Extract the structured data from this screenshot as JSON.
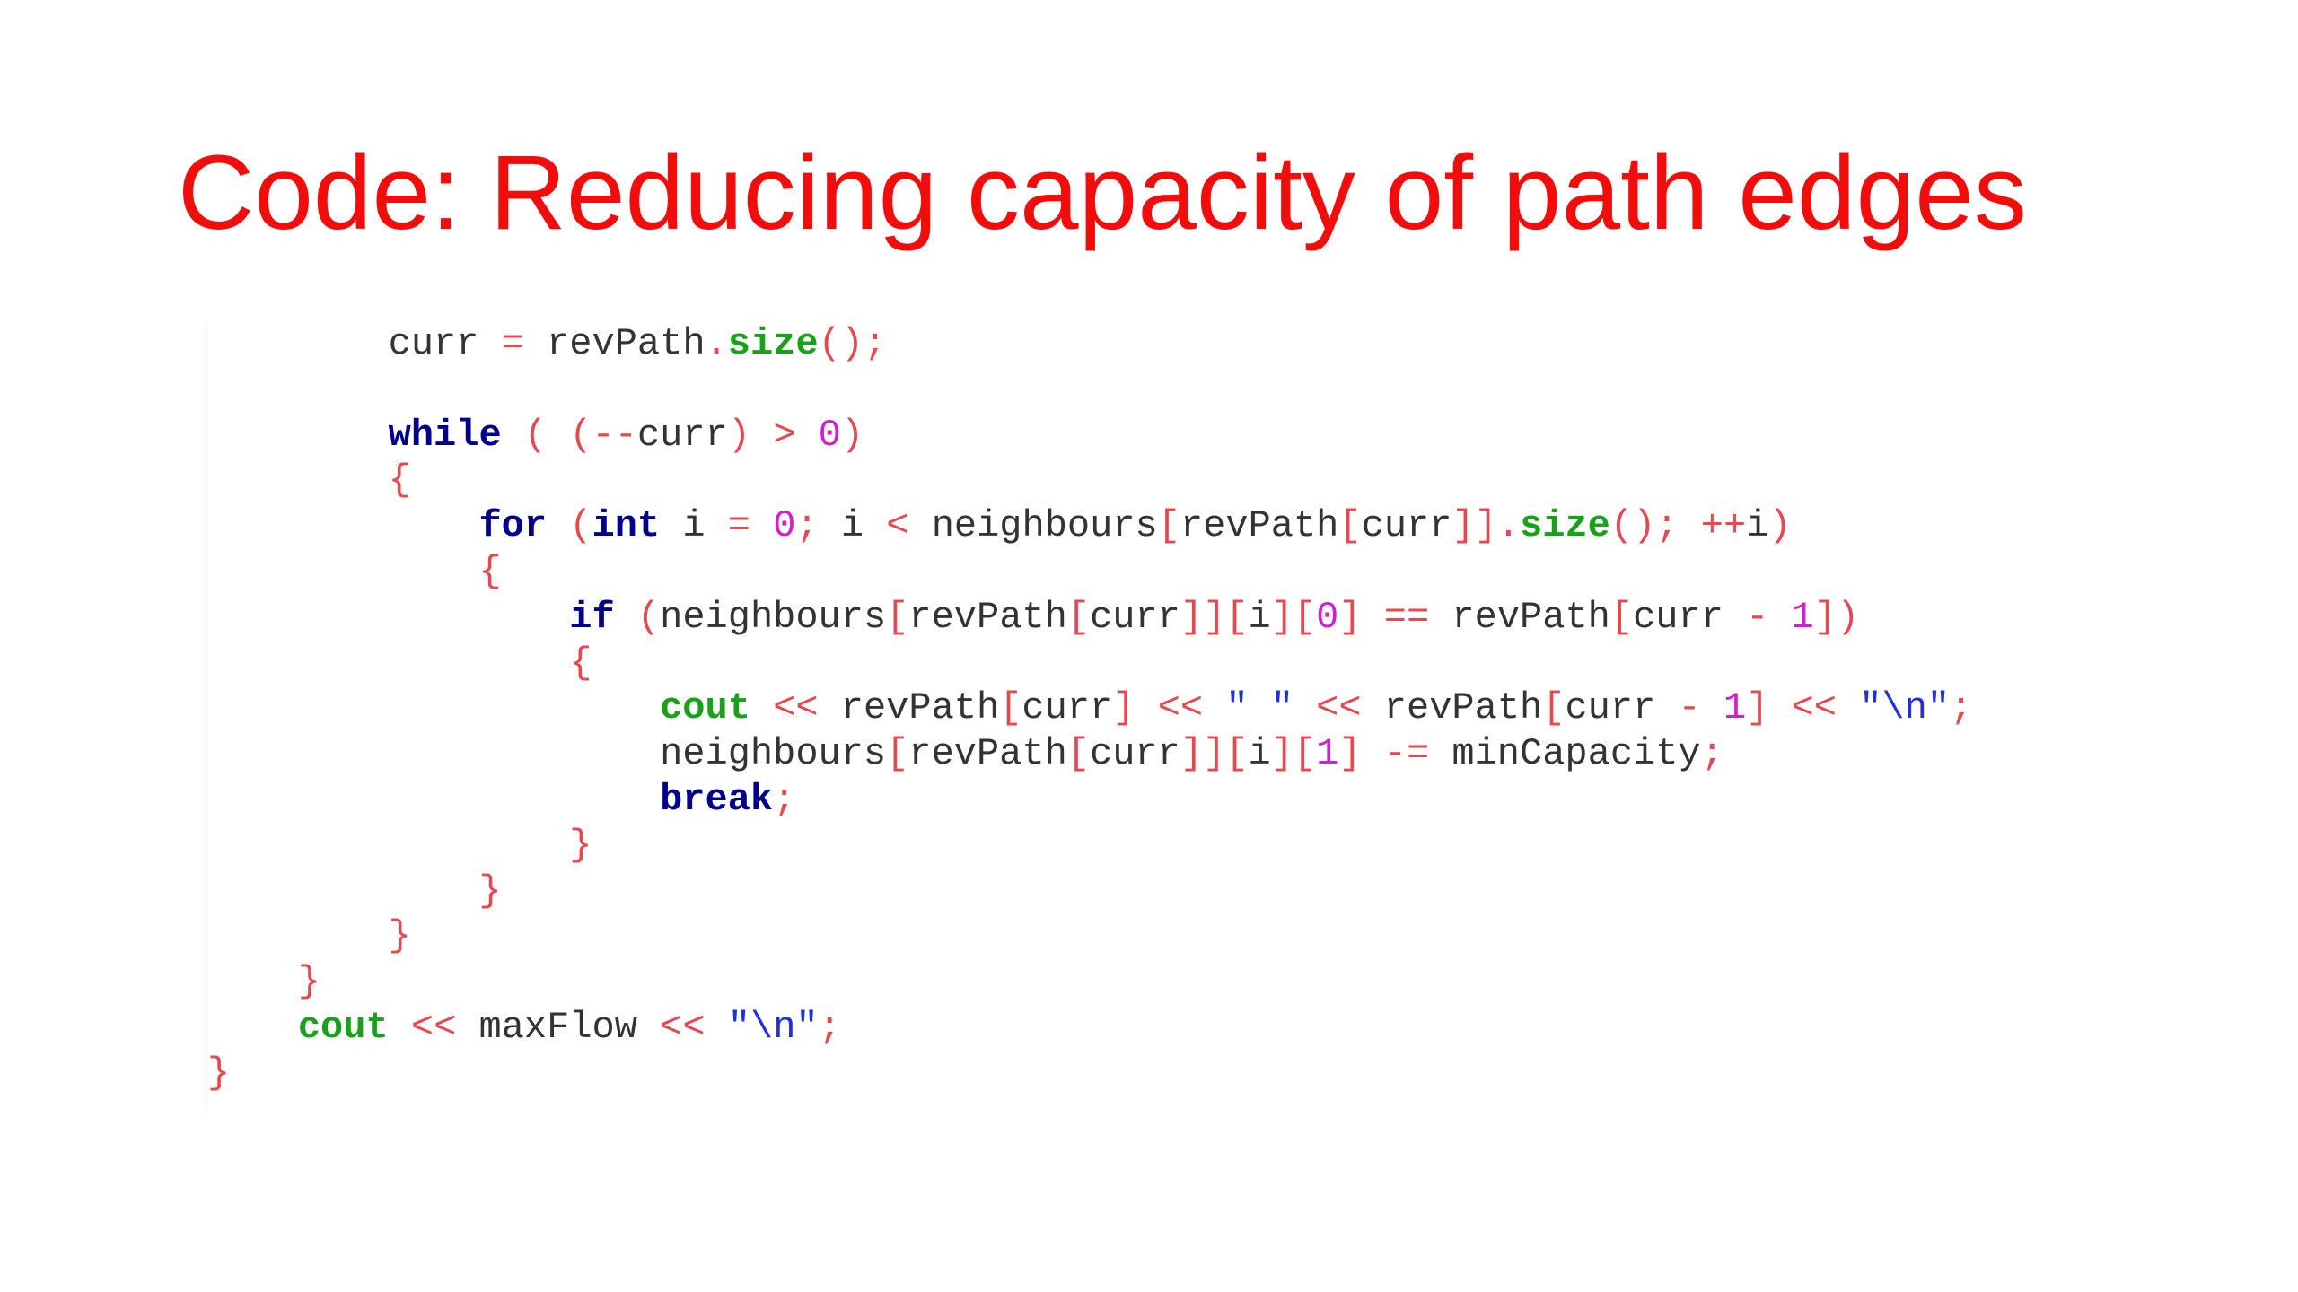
{
  "slide": {
    "title": "Code: Reducing capacity of path edges"
  },
  "code": {
    "lines": [
      {
        "indent": "        ",
        "tokens": [
          {
            "t": "plain",
            "v": "curr "
          },
          {
            "t": "op",
            "v": "="
          },
          {
            "t": "plain",
            "v": " revPath"
          },
          {
            "t": "op",
            "v": "."
          },
          {
            "t": "fn",
            "v": "size"
          },
          {
            "t": "op",
            "v": "();"
          }
        ]
      },
      {
        "indent": "",
        "tokens": []
      },
      {
        "indent": "        ",
        "tokens": [
          {
            "t": "kw",
            "v": "while"
          },
          {
            "t": "plain",
            "v": " "
          },
          {
            "t": "op",
            "v": "("
          },
          {
            "t": "plain",
            "v": " "
          },
          {
            "t": "op",
            "v": "(--"
          },
          {
            "t": "plain",
            "v": "curr"
          },
          {
            "t": "op",
            "v": ")"
          },
          {
            "t": "plain",
            "v": " "
          },
          {
            "t": "op",
            "v": ">"
          },
          {
            "t": "plain",
            "v": " "
          },
          {
            "t": "num",
            "v": "0"
          },
          {
            "t": "op",
            "v": ")"
          }
        ]
      },
      {
        "indent": "        ",
        "tokens": [
          {
            "t": "op",
            "v": "{"
          }
        ]
      },
      {
        "indent": "            ",
        "tokens": [
          {
            "t": "kw",
            "v": "for"
          },
          {
            "t": "plain",
            "v": " "
          },
          {
            "t": "op",
            "v": "("
          },
          {
            "t": "kw",
            "v": "int"
          },
          {
            "t": "plain",
            "v": " i "
          },
          {
            "t": "op",
            "v": "="
          },
          {
            "t": "plain",
            "v": " "
          },
          {
            "t": "num",
            "v": "0"
          },
          {
            "t": "op",
            "v": ";"
          },
          {
            "t": "plain",
            "v": " i "
          },
          {
            "t": "op",
            "v": "<"
          },
          {
            "t": "plain",
            "v": " neighbours"
          },
          {
            "t": "op",
            "v": "["
          },
          {
            "t": "plain",
            "v": "revPath"
          },
          {
            "t": "op",
            "v": "["
          },
          {
            "t": "plain",
            "v": "curr"
          },
          {
            "t": "op",
            "v": "]]."
          },
          {
            "t": "fn",
            "v": "size"
          },
          {
            "t": "op",
            "v": "();"
          },
          {
            "t": "plain",
            "v": " "
          },
          {
            "t": "op",
            "v": "++"
          },
          {
            "t": "plain",
            "v": "i"
          },
          {
            "t": "op",
            "v": ")"
          }
        ]
      },
      {
        "indent": "            ",
        "tokens": [
          {
            "t": "op",
            "v": "{"
          }
        ]
      },
      {
        "indent": "                ",
        "tokens": [
          {
            "t": "kw",
            "v": "if"
          },
          {
            "t": "plain",
            "v": " "
          },
          {
            "t": "op",
            "v": "("
          },
          {
            "t": "plain",
            "v": "neighbours"
          },
          {
            "t": "op",
            "v": "["
          },
          {
            "t": "plain",
            "v": "revPath"
          },
          {
            "t": "op",
            "v": "["
          },
          {
            "t": "plain",
            "v": "curr"
          },
          {
            "t": "op",
            "v": "]]["
          },
          {
            "t": "plain",
            "v": "i"
          },
          {
            "t": "op",
            "v": "]["
          },
          {
            "t": "num",
            "v": "0"
          },
          {
            "t": "op",
            "v": "]"
          },
          {
            "t": "plain",
            "v": " "
          },
          {
            "t": "op",
            "v": "=="
          },
          {
            "t": "plain",
            "v": " revPath"
          },
          {
            "t": "op",
            "v": "["
          },
          {
            "t": "plain",
            "v": "curr "
          },
          {
            "t": "op",
            "v": "-"
          },
          {
            "t": "plain",
            "v": " "
          },
          {
            "t": "num",
            "v": "1"
          },
          {
            "t": "op",
            "v": "])"
          }
        ]
      },
      {
        "indent": "                ",
        "tokens": [
          {
            "t": "op",
            "v": "{"
          }
        ]
      },
      {
        "indent": "                    ",
        "tokens": [
          {
            "t": "fn",
            "v": "cout"
          },
          {
            "t": "plain",
            "v": " "
          },
          {
            "t": "op",
            "v": "<<"
          },
          {
            "t": "plain",
            "v": " revPath"
          },
          {
            "t": "op",
            "v": "["
          },
          {
            "t": "plain",
            "v": "curr"
          },
          {
            "t": "op",
            "v": "]"
          },
          {
            "t": "plain",
            "v": " "
          },
          {
            "t": "op",
            "v": "<<"
          },
          {
            "t": "plain",
            "v": " "
          },
          {
            "t": "str",
            "v": "\" \""
          },
          {
            "t": "plain",
            "v": " "
          },
          {
            "t": "op",
            "v": "<<"
          },
          {
            "t": "plain",
            "v": " revPath"
          },
          {
            "t": "op",
            "v": "["
          },
          {
            "t": "plain",
            "v": "curr "
          },
          {
            "t": "op",
            "v": "-"
          },
          {
            "t": "plain",
            "v": " "
          },
          {
            "t": "num",
            "v": "1"
          },
          {
            "t": "op",
            "v": "]"
          },
          {
            "t": "plain",
            "v": " "
          },
          {
            "t": "op",
            "v": "<<"
          },
          {
            "t": "plain",
            "v": " "
          },
          {
            "t": "str",
            "v": "\"\\n\""
          },
          {
            "t": "op",
            "v": ";"
          }
        ]
      },
      {
        "indent": "                    ",
        "tokens": [
          {
            "t": "plain",
            "v": "neighbours"
          },
          {
            "t": "op",
            "v": "["
          },
          {
            "t": "plain",
            "v": "revPath"
          },
          {
            "t": "op",
            "v": "["
          },
          {
            "t": "plain",
            "v": "curr"
          },
          {
            "t": "op",
            "v": "]]["
          },
          {
            "t": "plain",
            "v": "i"
          },
          {
            "t": "op",
            "v": "]["
          },
          {
            "t": "num",
            "v": "1"
          },
          {
            "t": "op",
            "v": "]"
          },
          {
            "t": "plain",
            "v": " "
          },
          {
            "t": "op",
            "v": "-="
          },
          {
            "t": "plain",
            "v": " minCapacity"
          },
          {
            "t": "op",
            "v": ";"
          }
        ]
      },
      {
        "indent": "                    ",
        "tokens": [
          {
            "t": "kw",
            "v": "break"
          },
          {
            "t": "op",
            "v": ";"
          }
        ]
      },
      {
        "indent": "                ",
        "tokens": [
          {
            "t": "op",
            "v": "}"
          }
        ]
      },
      {
        "indent": "            ",
        "tokens": [
          {
            "t": "op",
            "v": "}"
          }
        ]
      },
      {
        "indent": "        ",
        "tokens": [
          {
            "t": "op",
            "v": "}"
          }
        ]
      },
      {
        "indent": "    ",
        "tokens": [
          {
            "t": "op",
            "v": "}"
          }
        ]
      },
      {
        "indent": "    ",
        "tokens": [
          {
            "t": "fn",
            "v": "cout"
          },
          {
            "t": "plain",
            "v": " "
          },
          {
            "t": "op",
            "v": "<<"
          },
          {
            "t": "plain",
            "v": " maxFlow "
          },
          {
            "t": "op",
            "v": "<<"
          },
          {
            "t": "plain",
            "v": " "
          },
          {
            "t": "str",
            "v": "\"\\n\""
          },
          {
            "t": "op",
            "v": ";"
          }
        ]
      },
      {
        "indent": "",
        "tokens": [
          {
            "t": "op",
            "v": "}"
          }
        ]
      }
    ]
  }
}
